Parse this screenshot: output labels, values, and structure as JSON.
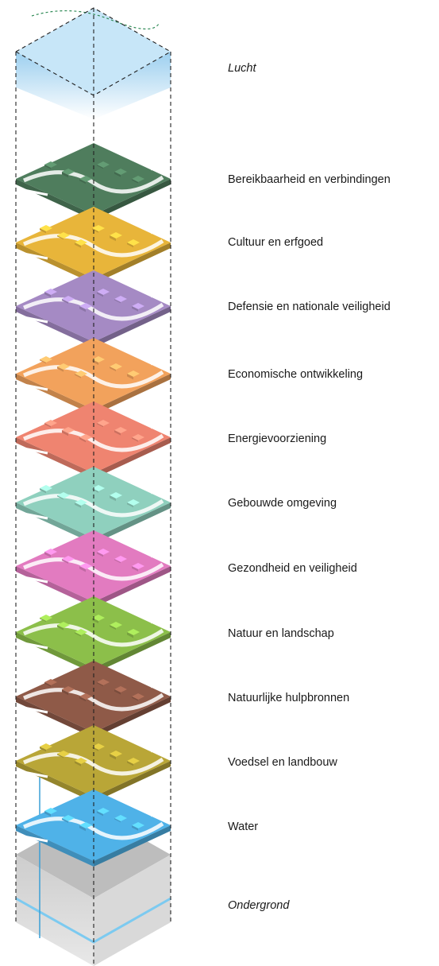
{
  "layers": [
    {
      "label": "Lucht",
      "italic": true,
      "color": "#a9d6f2"
    },
    {
      "label": "Bereikbaarheid en verbindingen",
      "italic": false,
      "color": "#4f7d5d"
    },
    {
      "label": "Cultuur en erfgoed",
      "italic": false,
      "color": "#e8b53a"
    },
    {
      "label": "Defensie en nationale veiligheid",
      "italic": false,
      "color": "#a58ac4"
    },
    {
      "label": "Economische ontwikkeling",
      "italic": false,
      "color": "#f2a25c"
    },
    {
      "label": "Energievoorziening",
      "italic": false,
      "color": "#ef8470"
    },
    {
      "label": "Gebouwde omgeving",
      "italic": false,
      "color": "#8fd0be"
    },
    {
      "label": "Gezondheid en veiligheid",
      "italic": false,
      "color": "#e27bc0"
    },
    {
      "label": "Natuur en landschap",
      "italic": false,
      "color": "#8cbf4a"
    },
    {
      "label": "Natuurlijke hulpbronnen",
      "italic": false,
      "color": "#8f5a48"
    },
    {
      "label": "Voedsel en landbouw",
      "italic": false,
      "color": "#b9a637"
    },
    {
      "label": "Water",
      "italic": false,
      "color": "#4fb2e8"
    },
    {
      "label": "Ondergrond",
      "italic": true,
      "color": "#cfcfcf"
    }
  ]
}
